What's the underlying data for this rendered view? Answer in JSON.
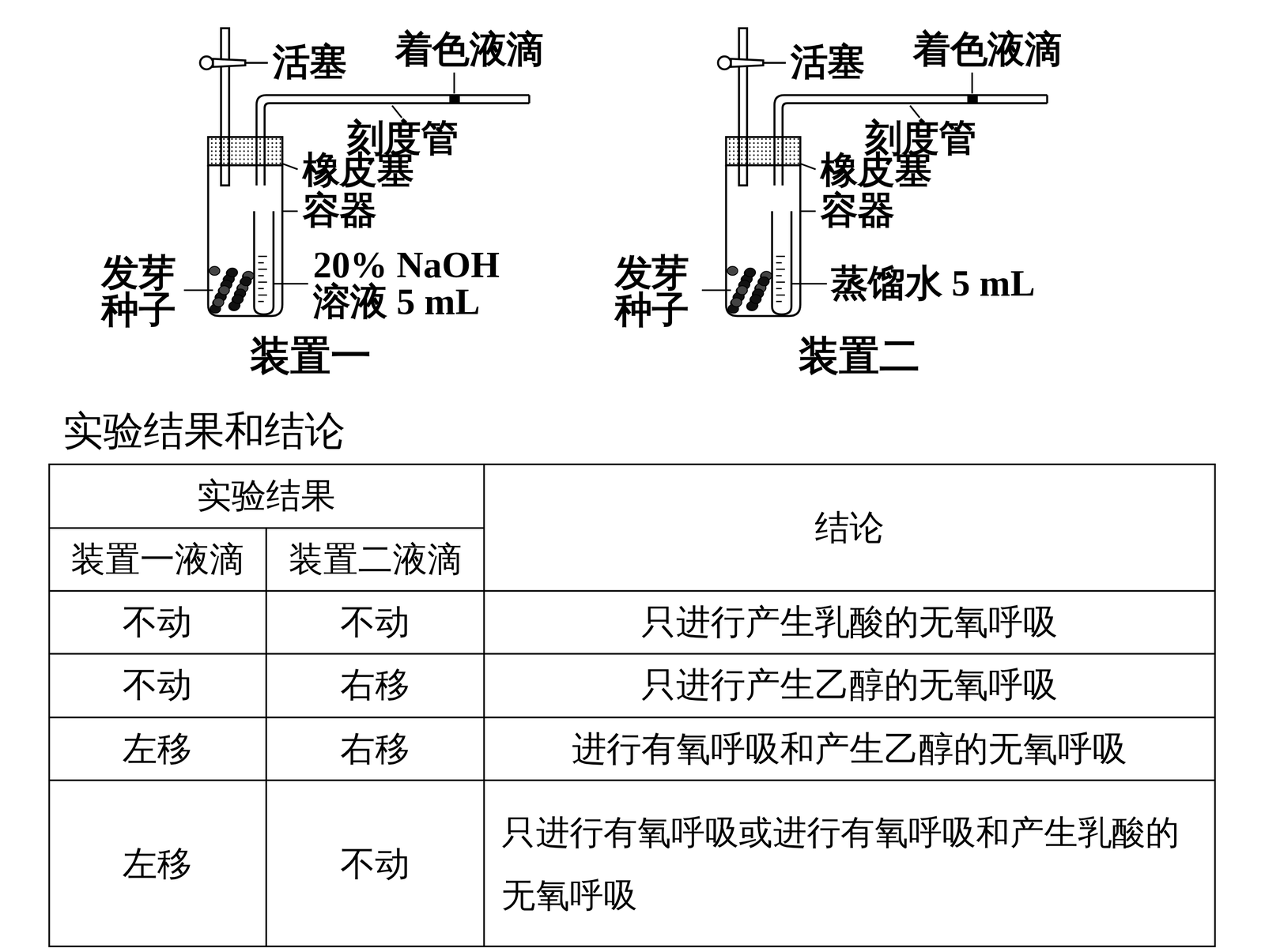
{
  "diagram": {
    "title": "实验结果和结论",
    "labels": [
      "活塞",
      "着色液滴",
      "刻度管",
      "橡皮塞",
      "容器",
      "发芽 种子",
      "20% NaOH 溶液 5 mL",
      "装置一",
      "活塞",
      "着色液滴",
      "刻度管",
      "橡皮塞",
      "容器",
      "发芽 种子",
      "蒸馏水 5 mL",
      "装置二",
      "实验结果",
      "结论",
      "装置一液滴",
      "装置二液滴",
      "不动",
      "不动",
      "只进行产生乳酸的无氧呼吸",
      "不动",
      "右移",
      "只进行产生乙醇的无氧呼吸",
      "左移",
      "右移",
      "进行有氧呼吸和产生乙醇的无氧呼吸",
      "左移",
      "不动",
      "只进行有氧呼吸或进行有氧呼吸和产生乳酸的无氧呼吸"
    ]
  }
}
